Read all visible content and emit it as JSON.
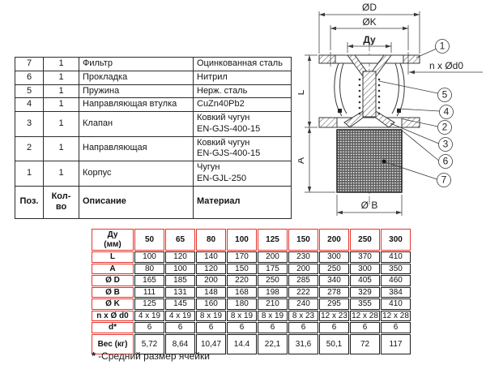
{
  "parts_table": {
    "header": {
      "pos": "Поз.",
      "qty": "Кол-во",
      "desc": "Описание",
      "mat": "Материал"
    },
    "rows": [
      {
        "pos": "7",
        "qty": "1",
        "desc": "Фильтр",
        "mat": "Оцинкованная сталь"
      },
      {
        "pos": "6",
        "qty": "1",
        "desc": "Прокладка",
        "mat": "Нитрил"
      },
      {
        "pos": "5",
        "qty": "1",
        "desc": "Пружина",
        "mat": "Нерж. сталь"
      },
      {
        "pos": "4",
        "qty": "1",
        "desc": "Направляющая втулка",
        "mat": "CuZn40Pb2"
      },
      {
        "pos": "3",
        "qty": "1",
        "desc": "Клапан",
        "mat": "Ковкий чугун\nEN-GJS-400-15"
      },
      {
        "pos": "2",
        "qty": "1",
        "desc": "Направляющая",
        "mat": "Ковкий чугун\nEN-GJS-400-15"
      },
      {
        "pos": "1",
        "qty": "1",
        "desc": "Корпус",
        "mat": "Чугун\nEN-GJL-250"
      }
    ]
  },
  "dims_table": {
    "corner_label": "Ду\n(мм)",
    "sizes": [
      "50",
      "65",
      "80",
      "100",
      "125",
      "150",
      "200",
      "250",
      "300"
    ],
    "rows": [
      {
        "label": "L",
        "values": [
          "100",
          "120",
          "140",
          "170",
          "200",
          "230",
          "300",
          "370",
          "410"
        ]
      },
      {
        "label": "A",
        "values": [
          "80",
          "100",
          "120",
          "150",
          "175",
          "200",
          "250",
          "300",
          "350"
        ]
      },
      {
        "label": "Ø D",
        "values": [
          "165",
          "185",
          "200",
          "220",
          "250",
          "285",
          "340",
          "405",
          "460"
        ]
      },
      {
        "label": "Ø B",
        "values": [
          "111",
          "131",
          "148",
          "168",
          "198",
          "222",
          "278",
          "329",
          "384"
        ]
      },
      {
        "label": "Ø K",
        "values": [
          "125",
          "145",
          "160",
          "180",
          "210",
          "240",
          "295",
          "355",
          "410"
        ]
      },
      {
        "label": "n x Ø d0",
        "values": [
          "4 x 19",
          "4 x 19",
          "8 x 19",
          "8 x 19",
          "8 x 19",
          "8 x 23",
          "12 x 23",
          "12 x 28",
          "12 x 28"
        ]
      },
      {
        "label": "d*",
        "values": [
          "6",
          "6",
          "6",
          "6",
          "6",
          "6",
          "6",
          "6",
          "6"
        ]
      },
      {
        "label": "Вес (кг)",
        "values": [
          "5,72",
          "8,64",
          "10,47",
          "14.4",
          "22,1",
          "31,6",
          "50,1",
          "72",
          "117"
        ]
      }
    ]
  },
  "footnote": {
    "star": "*",
    "text": "-Средний размер ячейки"
  },
  "drawing": {
    "labels": {
      "dia_d": "ØD",
      "dia_k": "ØK",
      "du": "Ду",
      "bolts": "n x Ød0",
      "len": "L",
      "height": "A",
      "dia_b": "Ø B"
    },
    "callouts": [
      "1",
      "5",
      "4",
      "2",
      "3",
      "6",
      "7"
    ]
  },
  "colors": {
    "table_accent": "#e4332a",
    "drawing_line": "#383838"
  }
}
